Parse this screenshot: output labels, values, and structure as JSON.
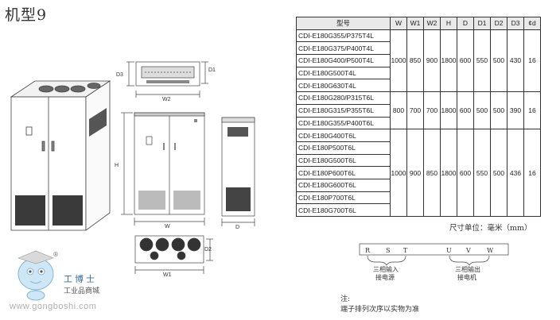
{
  "title": "机型9",
  "dimension_labels": {
    "w": "W",
    "w1": "W1",
    "w2": "W2",
    "h": "H",
    "d": "D",
    "d1": "D1",
    "d2": "D2",
    "d3": "D3"
  },
  "spec_table": {
    "headers": [
      "型号",
      "W",
      "W1",
      "W2",
      "H",
      "D",
      "D1",
      "D2",
      "D3",
      "¢d"
    ],
    "groups": [
      {
        "models": [
          "CDI-E180G355/P375T4L",
          "CDI-E180G375/P400T4L",
          "CDI-E180G400/P500T4L",
          "CDI-E180G500T4L",
          "CDI-E180G630T4L"
        ],
        "values": [
          "1000",
          "850",
          "900",
          "1800",
          "600",
          "550",
          "500",
          "430",
          "16"
        ]
      },
      {
        "models": [
          "CDI-E180G280/P315T6L",
          "CDI-E180G315/P355T6L",
          "CDI-E180G355/P400T6L"
        ],
        "values": [
          "800",
          "700",
          "700",
          "1800",
          "600",
          "500",
          "500",
          "390",
          "16"
        ]
      },
      {
        "models": [
          "CDI-E180G400T6L",
          "CDI-E180P500T6L",
          "CDI-E180G500T6L",
          "CDI-E180P600T6L",
          "CDI-E180G600T6L",
          "CDI-E180P700T6L",
          "CDI-E180G700T6L"
        ],
        "values": [
          "1000",
          "900",
          "850",
          "1800",
          "600",
          "550",
          "500",
          "436",
          "16"
        ]
      }
    ]
  },
  "unit_note": "尺寸单位：毫米（mm）",
  "terminals": {
    "labels": [
      "R",
      "S",
      "T",
      "U",
      "V",
      "W"
    ],
    "input_label_1": "三相输入",
    "input_label_2": "接电源",
    "output_label_1": "三相输出",
    "output_label_2": "接电机"
  },
  "note_title": "注:",
  "note_text": "端子排列次序以实物为准",
  "watermark": {
    "brand": "工博士",
    "subtitle": "工业品商城",
    "registered": "®",
    "url": "www.gongboshi.com"
  }
}
